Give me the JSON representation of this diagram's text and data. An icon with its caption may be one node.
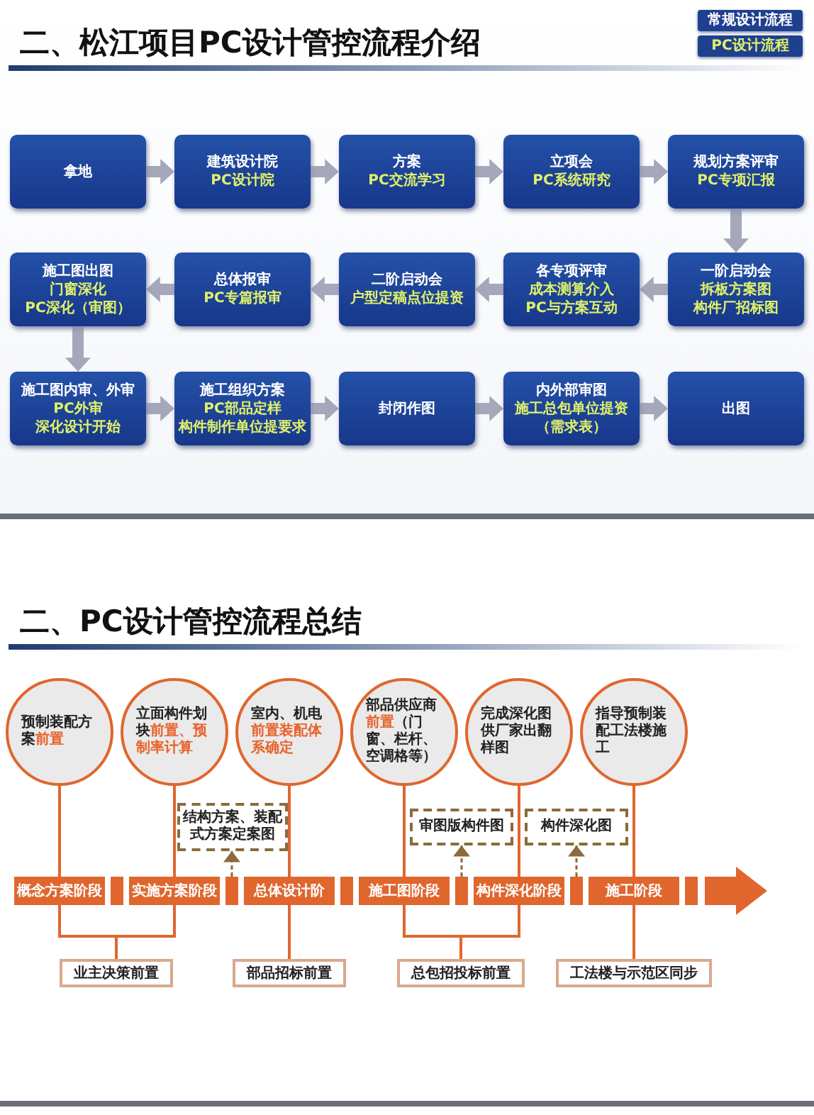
{
  "diagram": {
    "title": "二、松江项目PC设计管控流程介绍",
    "nodes": [
      {
        "text": [
          "拿地"
        ]
      },
      {
        "text": [
          "建筑设计院",
          "PC设计院"
        ]
      },
      {
        "text": [
          "方案",
          "PC交流学习"
        ]
      },
      {
        "text": [
          "立项会",
          "PC系统研究"
        ]
      },
      {
        "text": [
          "规划方案评审",
          "PC专项汇报"
        ]
      },
      {
        "text": [
          "施工图出图",
          "门窗深化",
          "PC深化（审图）"
        ]
      },
      {
        "text": [
          "总体报审",
          "PC专篇报审"
        ]
      },
      {
        "text": [
          "二阶启动会",
          "户型定稿点位提资"
        ]
      },
      {
        "text": [
          "各专项评审",
          "成本测算介入",
          "PC与方案互动"
        ]
      },
      {
        "text": [
          "一阶启动会",
          "拆板方案图",
          "构件厂招标图"
        ]
      },
      {
        "text": [
          "施工图内审、外审",
          "PC外审",
          "深化设计开始"
        ]
      },
      {
        "text": [
          "施工组织方案",
          "PC部品定样",
          "构件制作单位提要求"
        ]
      },
      {
        "text": [
          "封闭作图"
        ]
      },
      {
        "text": [
          "内外部审图",
          "施工总包单位提资",
          "（需求表）"
        ]
      },
      {
        "text": [
          "出图"
        ]
      },
      {
        "text": [
          "预制装配方案**前置**"
        ]
      },
      {
        "text": [
          "立面构件划块**前置、预制率计算**"
        ]
      },
      {
        "text": [
          "室内、机电**前置装配体系确定**"
        ]
      },
      {
        "text": [
          "部品供应商**前置**（门窗、栏杆、空调格等）"
        ]
      },
      {
        "text": [
          "完成深化图供厂家出翻样图"
        ]
      },
      {
        "text": [
          "指导预制装配工法楼施工"
        ]
      },
      {
        "text": [
          "结构方案、装配式方案定案图"
        ]
      },
      {
        "text": [
          "审图版构件图"
        ]
      },
      {
        "text": [
          "构件深化图"
        ]
      },
      {
        "text": [
          "概念方案阶段"
        ]
      },
      {
        "text": [],
        "shape": "box"
      },
      {
        "text": [
          "实施方案阶段"
        ]
      },
      {
        "text": [],
        "shape": "box"
      },
      {
        "text": [
          "总体设计阶"
        ]
      },
      {
        "text": [],
        "shape": "box"
      },
      {
        "text": [
          "施工图阶段"
        ]
      },
      {
        "text": [],
        "shape": "box"
      },
      {
        "text": [
          "构件深化阶段"
        ]
      },
      {
        "text": [],
        "shape": "box"
      },
      {
        "text": [
          "施工阶段"
        ]
      },
      {
        "text": [],
        "shape": "box"
      },
      {
        "text": [
          "业主决策前置"
        ]
      },
      {
        "text": [
          "部品招标前置"
        ]
      },
      {
        "text": [
          "总包招投标前置"
        ]
      },
      {
        "text": [
          "工法楼与示范区同步"
        ]
      }
    ],
    "edges": [
      {
        "from": 0,
        "to": 1,
        "arrow": "to",
        "style": "thick",
        "color": "#a4a8ba"
      },
      {
        "from": 1,
        "to": 2,
        "arrow": "to",
        "style": "thick",
        "color": "#a4a8ba"
      },
      {
        "from": 2,
        "to": 3,
        "arrow": "to",
        "style": "thick",
        "color": "#a4a8ba"
      },
      {
        "from": 3,
        "to": 4,
        "arrow": "to",
        "style": "thick",
        "color": "#a4a8ba"
      },
      {
        "from": 4,
        "to": 9,
        "arrow": "to",
        "style": "thick",
        "color": "#a4a8ba"
      },
      {
        "from": 9,
        "to": 8,
        "arrow": "to",
        "style": "thick",
        "color": "#a4a8ba"
      },
      {
        "from": 8,
        "to": 7,
        "arrow": "to",
        "style": "thick",
        "color": "#a4a8ba"
      },
      {
        "from": 7,
        "to": 6,
        "arrow": "to",
        "style": "thick",
        "color": "#a4a8ba"
      },
      {
        "from": 6,
        "to": 5,
        "arrow": "to",
        "style": "thick",
        "color": "#a4a8ba"
      },
      {
        "from": 5,
        "to": 10,
        "arrow": "to",
        "style": "thick",
        "color": "#a4a8ba"
      },
      {
        "from": 10,
        "to": 11,
        "arrow": "to",
        "style": "thick",
        "color": "#a4a8ba"
      },
      {
        "from": 11,
        "to": 12,
        "arrow": "to",
        "style": "thick",
        "color": "#a4a8ba"
      },
      {
        "from": 12,
        "to": 13,
        "arrow": "to",
        "style": "thick",
        "color": "#a4a8ba"
      },
      {
        "from": 13,
        "to": 14,
        "arrow": "to",
        "style": "thick",
        "color": "#a4a8ba"
      },
      {
        "from": 15,
        "to": 24,
        "arrow": "none"
      },
      {
        "from": 16,
        "to": 26,
        "arrow": "none"
      },
      {
        "from": 17,
        "to": 28,
        "arrow": "none"
      },
      {
        "from": 18,
        "to": 30,
        "arrow": "none"
      },
      {
        "from": 19,
        "to": 32,
        "arrow": "none"
      },
      {
        "from": 20,
        "to": 34,
        "arrow": "none"
      },
      {
        "from": 24,
        "to": 36,
        "arrow": "none"
      },
      {
        "from": 26,
        "to": 36,
        "arrow": "none"
      },
      {
        "from": 28,
        "to": 37,
        "arrow": "none"
      },
      {
        "from": 30,
        "to": 38,
        "arrow": "none"
      },
      {
        "from": 32,
        "to": 38,
        "arrow": "none"
      },
      {
        "from": 34,
        "to": 39,
        "arrow": "none"
      },
      {
        "from": 27,
        "to": 21,
        "arrow": "to",
        "style": "dashed",
        "color": "#8c6a3c"
      },
      {
        "from": 31,
        "to": 22,
        "arrow": "to",
        "style": "dashed",
        "color": "#8c6a3c"
      },
      {
        "from": 33,
        "to": 23,
        "arrow": "to",
        "style": "dashed",
        "color": "#8c6a3c"
      }
    ],
    "labels": [
      "常规设计流程",
      "PC设计流程",
      "二、PC设计管控流程总结"
    ]
  }
}
